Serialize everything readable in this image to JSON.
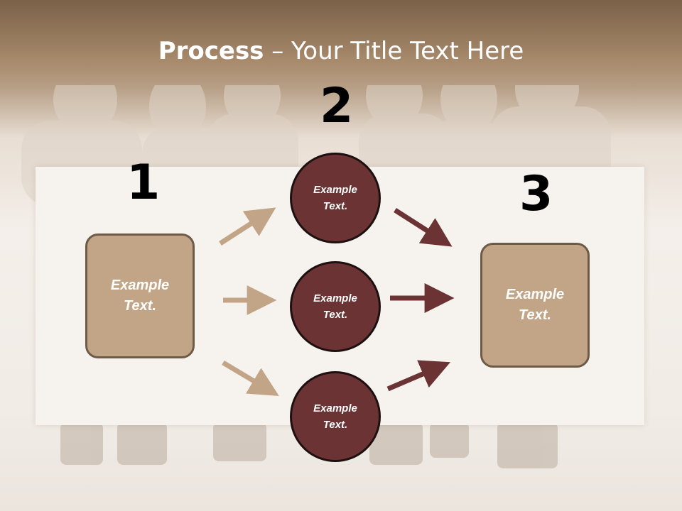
{
  "slide": {
    "title_bold": "Process",
    "title_rest": " – Your Title Text Here"
  },
  "steps": {
    "one": {
      "number": "1",
      "text": "Example\nText."
    },
    "two": {
      "number": "2"
    },
    "three": {
      "number": "3",
      "text": "Example\nText."
    }
  },
  "circles": [
    {
      "text": "Example\nText."
    },
    {
      "text": "Example\nText."
    },
    {
      "text": "Example\nText."
    }
  ],
  "colors": {
    "left_arrow": "#c2a587",
    "right_arrow": "#6b3334",
    "box_fill": "#c2a587",
    "circle_fill": "#6b3334"
  }
}
